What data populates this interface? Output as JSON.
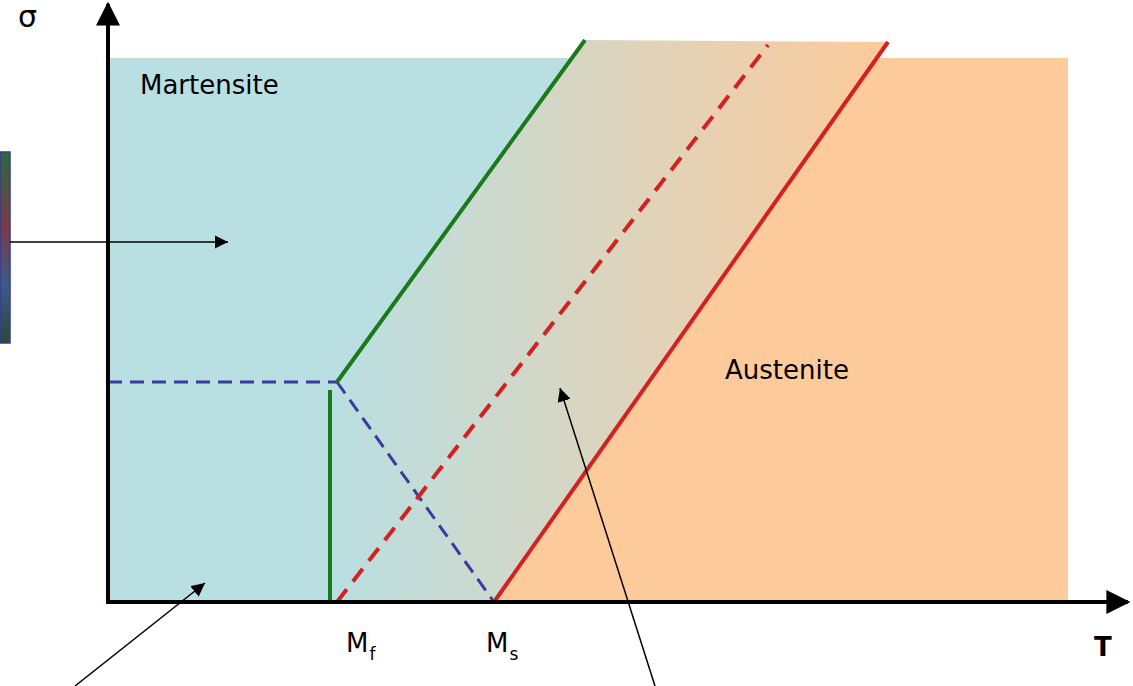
{
  "diagram": {
    "labels": [
      "σ",
      "Martensite",
      "Austenite",
      "M",
      "f",
      "M",
      "s",
      "T"
    ]
  }
}
